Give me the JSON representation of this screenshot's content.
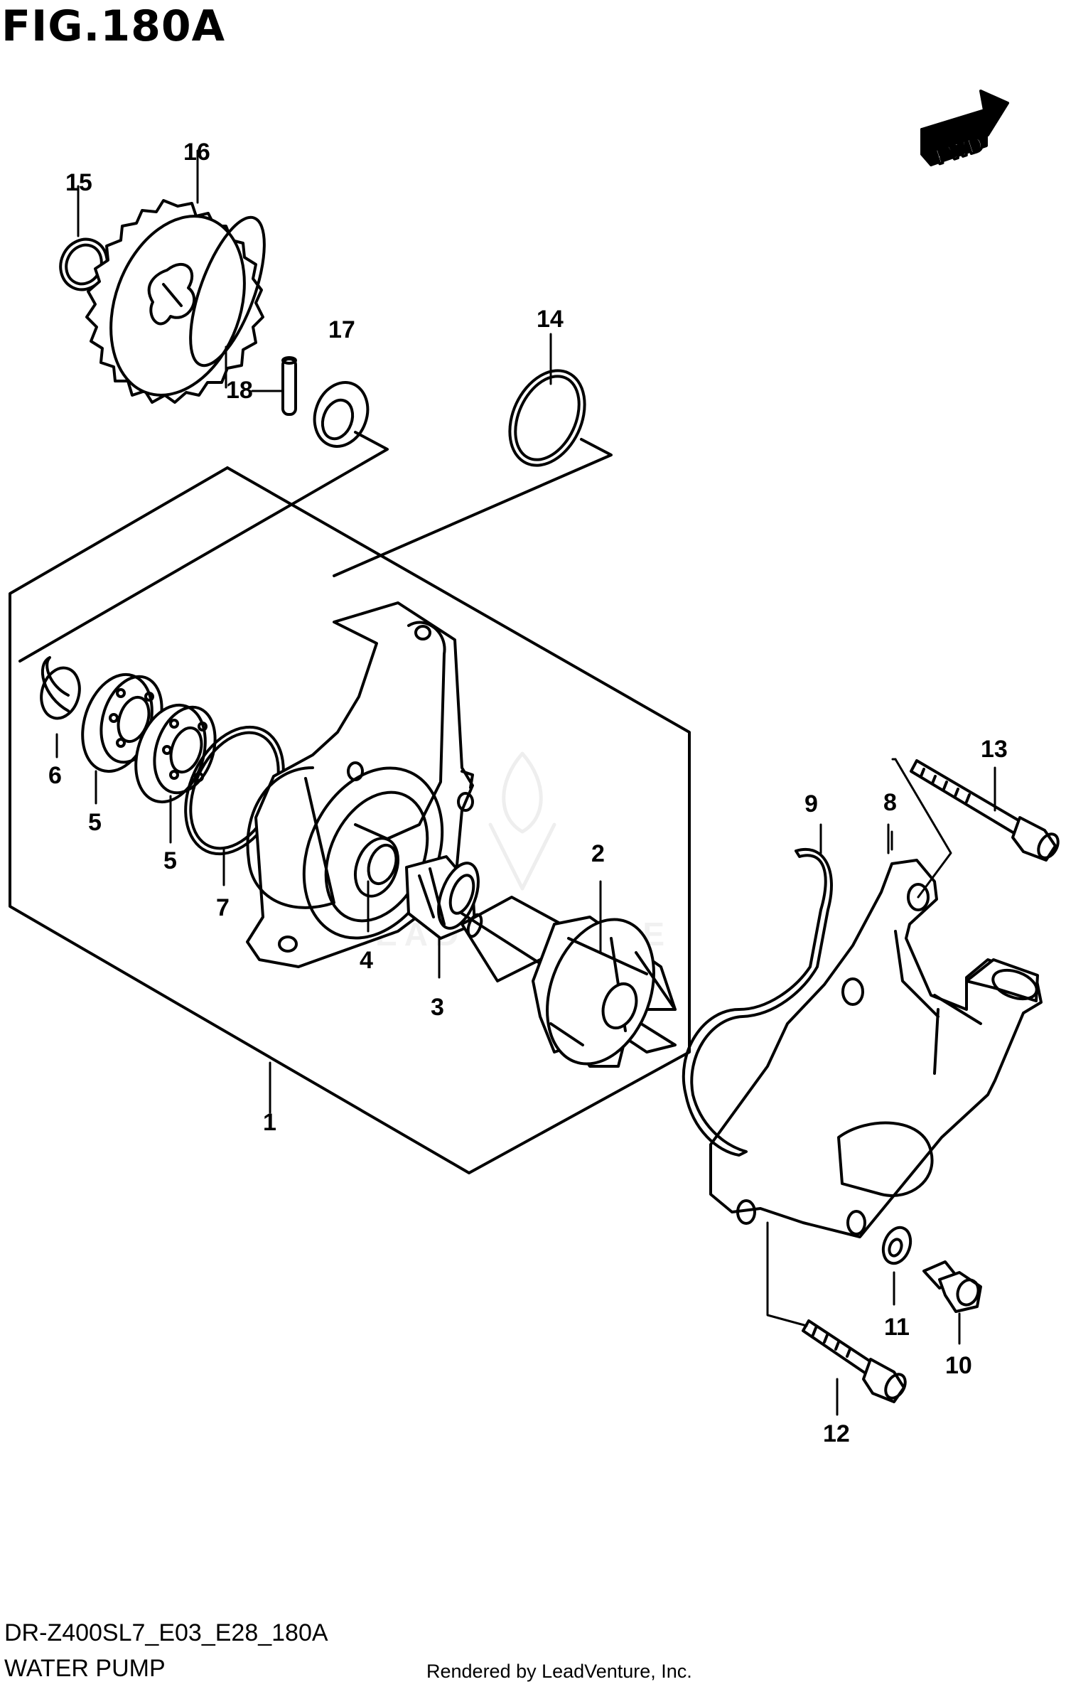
{
  "figure": {
    "title": "FIG.180A",
    "model_code": "DR-Z400SL7_E03_E28_180A",
    "assembly_name": "WATER PUMP",
    "credit": "Rendered by LeadVenture, Inc.",
    "fwd_label": "FWD",
    "watermark": "LEADVENTURE"
  },
  "callouts": [
    "1",
    "2",
    "3",
    "4",
    "5",
    "5",
    "6",
    "7",
    "8",
    "9",
    "10",
    "11",
    "12",
    "13",
    "14",
    "15",
    "16",
    "17",
    "18"
  ],
  "colors": {
    "ink": "#000000",
    "paper": "#ffffff",
    "watermark": "#d9d9d9"
  }
}
